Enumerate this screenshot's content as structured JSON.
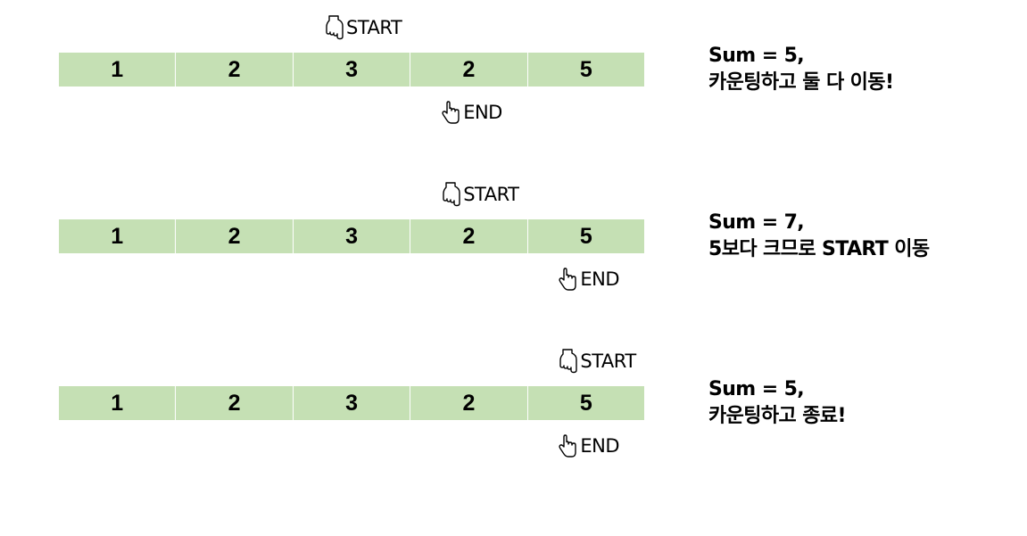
{
  "steps": [
    {
      "array": [
        "1",
        "2",
        "3",
        "2",
        "5"
      ],
      "start_label": "START",
      "end_label": "END",
      "start_index": 2,
      "end_index": 3,
      "note": [
        "Sum = 5,",
        "카운팅하고 둘 다 이동!"
      ]
    },
    {
      "array": [
        "1",
        "2",
        "3",
        "2",
        "5"
      ],
      "start_label": "START",
      "end_label": "END",
      "start_index": 3,
      "end_index": 4,
      "note": [
        "Sum = 7,",
        "5보다 크므로 START 이동"
      ]
    },
    {
      "array": [
        "1",
        "2",
        "3",
        "2",
        "5"
      ],
      "start_label": "START",
      "end_label": "END",
      "start_index": 4,
      "end_index": 4,
      "note": [
        "Sum = 5,",
        "카운팅하고 종료!"
      ]
    }
  ],
  "icons": {
    "start": "pointing-down-hand-icon",
    "end": "pointing-up-hand-icon"
  },
  "colors": {
    "cell_fill": "#c5e0b4",
    "text": "#000000"
  }
}
